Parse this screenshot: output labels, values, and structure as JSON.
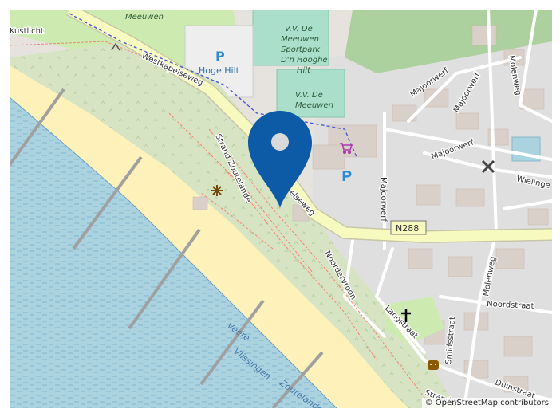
{
  "map": {
    "labels": {
      "meeuwen": "Meeuwen",
      "kustlicht": "Kustlicht",
      "westkapelseweg": "Westkapelseweg",
      "westkapelseweg_part": "elseweg",
      "hoge_hilt": "Hoge Hilt",
      "vv_de_meeuwen_top": [
        "V.V. De",
        "Meeuwen",
        "Sportpark",
        "D'n Hooghe",
        "Hilt"
      ],
      "vv_de_meeuwen": [
        "V.V. De",
        "Meeuwen"
      ],
      "strand_zoutelande": "Strand Zoutelande",
      "majoorwerf": "Majoorwerf",
      "molenweg": "Molenweg",
      "wielinge": "Wielinge",
      "n288": "N288",
      "noordervroon": "Noordervroon",
      "noordstraat": "Noordstraat",
      "langstraat": "Langstraat",
      "smidsstraat": "Smidsstraat",
      "veere": "Veere",
      "vlissingen": "Vlissingen",
      "zoutelande": "Zoutelande",
      "strand_z": "Strand Z",
      "duinstraat": "Duinstraat",
      "parking": "P"
    },
    "attribution": "© OpenStreetMap contributors",
    "colors": {
      "sea": "#aad3df",
      "beach": "#fff1ba",
      "dune": "#d6e4c4",
      "residential": "#e0dfdf",
      "building": "#d9d0c9",
      "pitch": "#aae0cb",
      "road_primary": "#f7fabf",
      "marker": "#0d5ba6"
    },
    "icons": [
      "map-marker-icon",
      "parking-icon",
      "shop-icon",
      "windmill-icon",
      "church-icon",
      "theatre-icon",
      "viewpoint-icon"
    ]
  }
}
